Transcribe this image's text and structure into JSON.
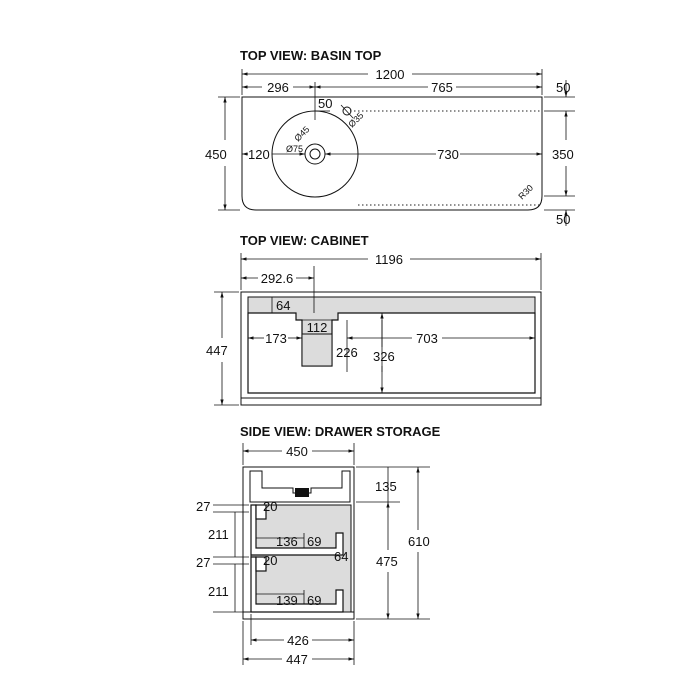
{
  "titles": {
    "basin_top": "TOP VIEW: BASIN TOP",
    "cabinet": "TOP VIEW: CABINET",
    "drawer": "SIDE VIEW: DRAWER STORAGE"
  },
  "basin_top": {
    "dims": {
      "total_width": "1200",
      "left_to_center": "296",
      "right_span": "765",
      "tap_offset": "50",
      "depth": "450",
      "basin_left": "120",
      "basin_right": "730",
      "inner_depth": "350",
      "top_margin": "50",
      "bottom_margin": "50",
      "corner_radius": "R30",
      "waste_d45": "Ø45",
      "waste_d75": "Ø75",
      "tap_d35": "Ø35"
    }
  },
  "cabinet": {
    "dims": {
      "total_width": "1196",
      "left_offset": "292.6",
      "notch_depth": "64",
      "notch_width": "112",
      "left_space": "173",
      "notch_lower": "226",
      "right_space": "703",
      "inner_depth": "326",
      "depth": "447"
    }
  },
  "drawer": {
    "dims": {
      "top_depth": "450",
      "basin_height": "135",
      "total_height": "610",
      "body_height": "475",
      "gap_top": "27",
      "drawer1_height": "211",
      "gap_mid": "27",
      "drawer2_height": "211",
      "d1_front": "20",
      "d1_inner": "136",
      "d1_side": "69",
      "d1_back": "64",
      "d2_front": "20",
      "d2_inner": "139",
      "d2_side": "69",
      "inner_depth": "426",
      "outer_depth": "447"
    }
  }
}
